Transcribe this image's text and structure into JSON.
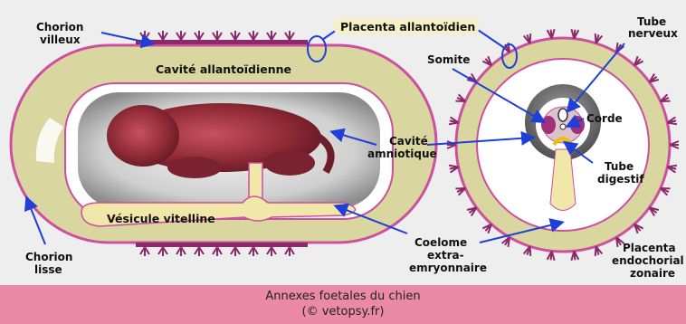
{
  "figure": {
    "labels": {
      "chorion_villeux_1": "Chorion",
      "chorion_villeux_2": "villeux",
      "placenta_allantoidien": "Placenta allantoïdien",
      "cavite_allantoidienne": "Cavité allantoïdienne",
      "somite": "Somite",
      "tube_nerveux_1": "Tube",
      "tube_nerveux_2": "nerveux",
      "corde": "Corde",
      "cavite_amniotique_1": "Cavité",
      "cavite_amniotique_2": "amniotique",
      "tube_digestif_1": "Tube",
      "tube_digestif_2": "digestif",
      "vesicule_vitelline": "Vésicule vitelline",
      "chorion_lisse_1": "Chorion",
      "chorion_lisse_2": "lisse",
      "coelome_1": "Coelome",
      "coelome_2": "extra-",
      "coelome_3": "emryonnaire",
      "placenta_endo_1": "Placenta",
      "placenta_endo_2": "endochorial",
      "placenta_endo_3": "zonaire"
    },
    "colors": {
      "background": "#eeeeee",
      "yolk": "#f1e7a9",
      "allantois": "#d9d6a0",
      "membrane": "#cc4fa0",
      "villi": "#8a2a6a",
      "arrow": "#1f3fd6",
      "embryo": "#8e2a35"
    }
  },
  "caption": {
    "line1": "Annexes foetales du chien",
    "line2": "(© vetopsy.fr)"
  }
}
